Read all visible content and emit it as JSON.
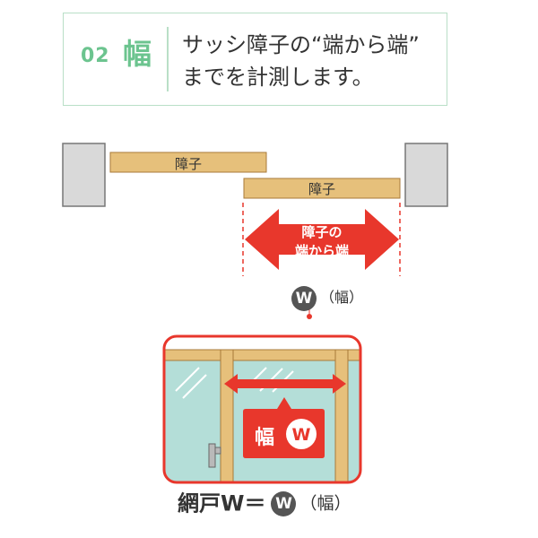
{
  "header": {
    "step": "02",
    "step_title": "幅",
    "line1": "サッシ障子の“端から端”",
    "line2": "までを計測します。"
  },
  "top_diagram": {
    "panel_left_label": "障子",
    "panel_right_label": "障子",
    "arrow_label_line1": "障子の",
    "arrow_label_line2": "端から端",
    "width_symbol": "W",
    "width_paren": "（幅）"
  },
  "bottom_diagram": {
    "badge_text": "幅",
    "badge_symbol": "W"
  },
  "formula": {
    "prefix": "網戸W＝",
    "symbol": "W",
    "paren": "（幅）"
  },
  "colors": {
    "green": "#6cc48f",
    "red": "#e8372c",
    "wood": "#e6c07b",
    "wall": "#d9d9d9",
    "glass": "#b4ded8",
    "dark_circle": "#555555"
  }
}
